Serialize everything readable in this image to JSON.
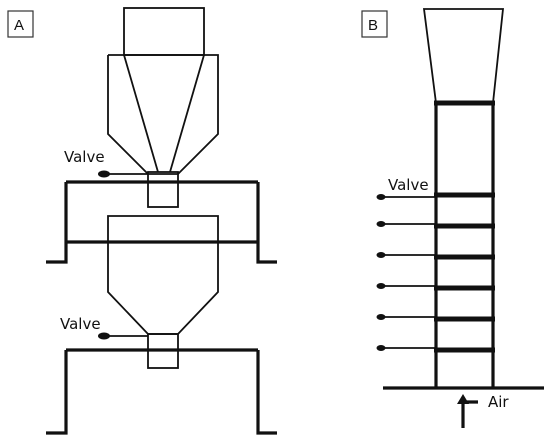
{
  "panels": {
    "a": {
      "label": "A",
      "valve_upper": "Valve",
      "valve_lower": "Valve"
    },
    "b": {
      "label": "B",
      "valve": "Valve",
      "air": "Air",
      "side_valve_count": 6
    }
  },
  "colors": {
    "line": "#111111",
    "background": "#ffffff"
  }
}
